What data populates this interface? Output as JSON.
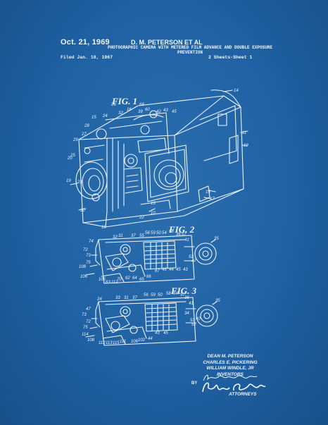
{
  "header": {
    "date": "Oct. 21, 1969",
    "inventor_short": "D. M. PETERSON ET AL",
    "title": "PHOTOGRAPHIC CAMERA WITH METERED FILM ADVANCE AND DOUBLE EXPOSURE PREVENTION",
    "filed": "Filed Jan. 18, 1967",
    "sheets": "2 Sheets-Sheet 1"
  },
  "figures": {
    "fig1": "FIG. 1",
    "fig2": "FIG. 2",
    "fig3": "FIG. 3"
  },
  "fig1_refs": [
    "14",
    "32",
    "16",
    "39",
    "60",
    "42",
    "43",
    "45",
    "28",
    "27",
    "15",
    "24",
    "26",
    "68",
    "11",
    "12",
    "29",
    "25",
    "19",
    "20",
    "23",
    "30",
    "18",
    "10",
    "22",
    "13",
    "15",
    "17"
  ],
  "fig2_refs": [
    "32",
    "31",
    "37",
    "55",
    "56",
    "59",
    "50",
    "54",
    "58",
    "36",
    "57",
    "41",
    "52",
    "47",
    "35",
    "74",
    "72",
    "73",
    "75",
    "108",
    "106",
    "105",
    "63",
    "112",
    "70",
    "62",
    "64",
    "65",
    "66",
    "67",
    "46",
    "44",
    "45",
    "43"
  ],
  "fig3_refs": [
    "24",
    "33",
    "31",
    "37",
    "56",
    "59",
    "50",
    "58",
    "54",
    "57",
    "35",
    "36",
    "41",
    "34",
    "53",
    "40",
    "52",
    "47",
    "73",
    "72",
    "75",
    "114",
    "108",
    "112",
    "113",
    "115",
    "111",
    "106",
    "102",
    "44",
    "43",
    "45"
  ],
  "inventors": {
    "names": [
      "DEAN M. PETERSON",
      "CHARLES E. PICKERING",
      "WILLIAM WINDLE, JR"
    ],
    "label": "INVENTORS"
  },
  "by_label": "BY",
  "attorneys_label": "ATTORNEYS",
  "colors": {
    "background": "#1f61a3",
    "ink": "#eef3fa"
  }
}
